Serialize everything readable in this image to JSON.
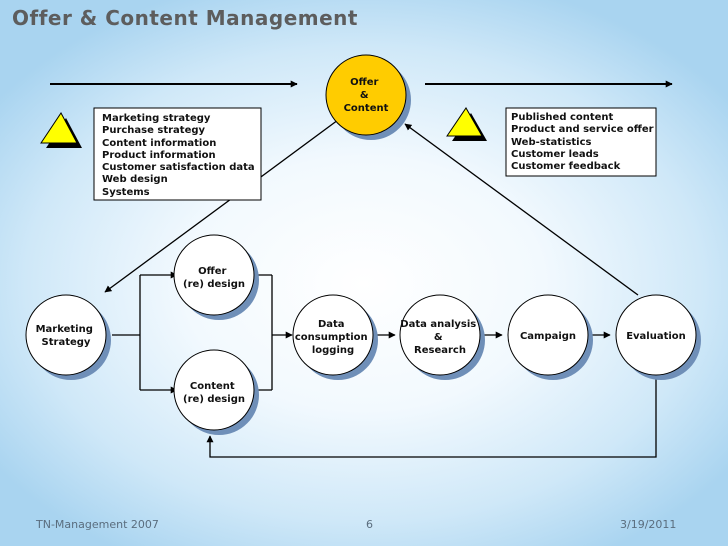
{
  "title": "Offer & Content Management",
  "nodes": {
    "offer_content": [
      "Offer",
      "&",
      "Content"
    ],
    "marketing_strategy": [
      "Marketing",
      "Strategy"
    ],
    "offer_redesign": [
      "Offer",
      "(re) design"
    ],
    "content_redesign": [
      "Content",
      "(re) design"
    ],
    "data_consumption": [
      "Data",
      "consumption",
      "logging"
    ],
    "data_analysis": [
      "Data analysis",
      "&",
      "Research"
    ],
    "campaign": [
      "Campaign"
    ],
    "evaluation": [
      "Evaluation"
    ]
  },
  "left_box": {
    "items": [
      "Marketing strategy",
      "Purchase strategy",
      "Content information",
      "Product information",
      "Customer satisfaction data",
      "Web design",
      "Systems"
    ]
  },
  "right_box": {
    "items": [
      "Published content",
      "Product and service offer",
      "Web-statistics",
      "Customer leads",
      "Customer feedback"
    ]
  },
  "colors": {
    "highlight_node": "#ffcc00",
    "arrow": "#000000",
    "title": "#5d5d5d",
    "footer": "#5a6d7e"
  },
  "footer": {
    "left": "TN-Management 2007",
    "center": "6",
    "right": "3/19/2011"
  }
}
